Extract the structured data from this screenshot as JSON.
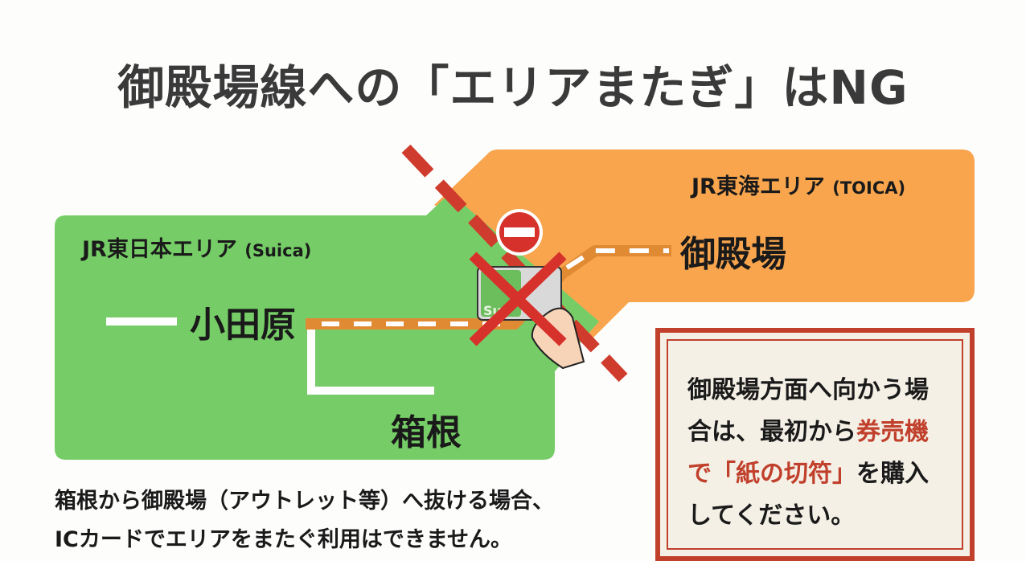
{
  "title": "御殿場線への「エリアまたぎ」はNG",
  "areas": {
    "jr_east": {
      "name": "JR東日本エリア",
      "card": "(Suica)",
      "color": "#76cd67"
    },
    "jr_central": {
      "name": "JR東海エリア",
      "card": "(TOICA)",
      "color": "#f8a54e"
    }
  },
  "stations": {
    "odawara": "小田原",
    "hakone": "箱根",
    "gotemba": "御殿場"
  },
  "icons": {
    "no_entry": "no-entry-sign",
    "ic_card": "suica-card-in-hand",
    "prohibited": "red-x",
    "border": "red-dashed-border-line"
  },
  "card_label": "Suica",
  "notice": {
    "line1": "御殿場方面へ向かう場",
    "line2_a": "合は、最初から",
    "line2_b": "券売機",
    "line3_a": "で「紙の切符」",
    "line3_b": "を購入",
    "line4": "してください。",
    "accent": "#c0402c"
  },
  "caption": {
    "line1": "箱根から御殿場（アウトレット等）へ抜ける場合、",
    "line2": "ICカードでエリアをまたぐ利用はできません。"
  }
}
